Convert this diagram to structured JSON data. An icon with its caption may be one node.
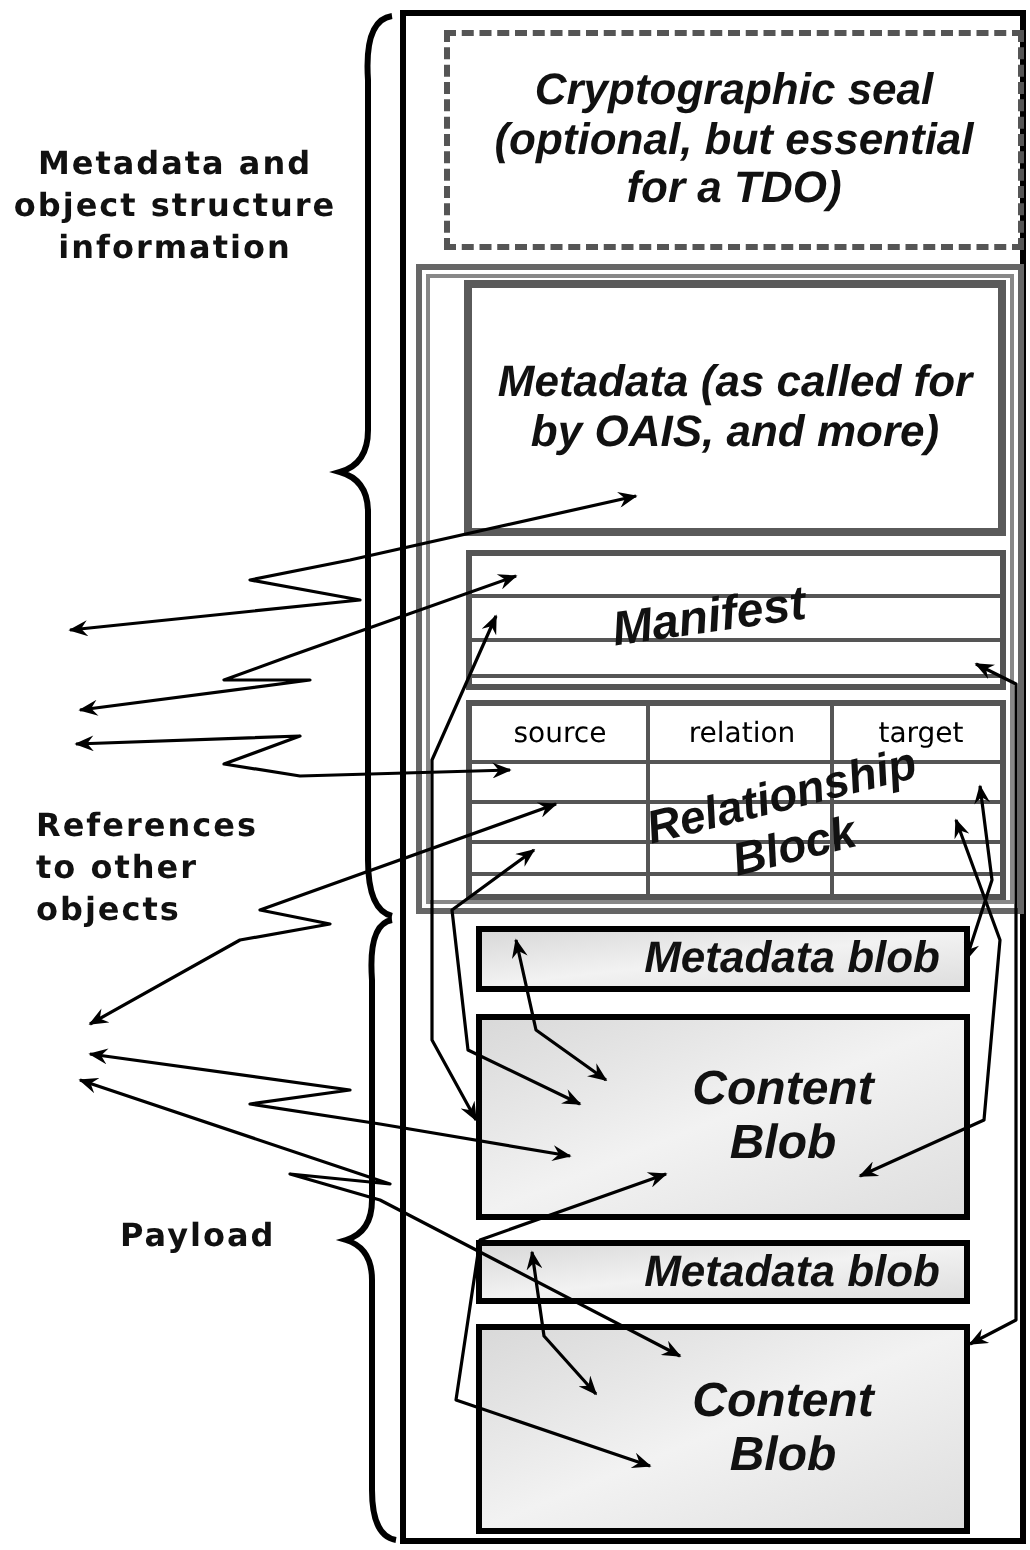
{
  "diagram": {
    "nodes": [
      {
        "text": [],
        "shape": "box"
      },
      {
        "text": [
          "Cryptographic seal (optional, but essential for a TDO)"
        ],
        "in": 0
      },
      {
        "text": [],
        "shape": "box",
        "in": 0
      },
      {
        "text": [
          "Metadata (as called for by OAIS, and more)"
        ],
        "in": 2
      },
      {
        "text": [
          "Manifest"
        ],
        "in": 2
      },
      {
        "text": [
          "source",
          "relation",
          "target",
          "Relationship Block"
        ],
        "in": 2
      },
      {
        "text": [
          "Metadata blob"
        ],
        "in": 0
      },
      {
        "text": [
          "Content Blob"
        ],
        "in": 0
      },
      {
        "text": [
          "Metadata blob"
        ],
        "in": 0
      },
      {
        "text": [
          "Content Blob"
        ],
        "in": 0
      }
    ],
    "edges": [
      {
        "from": 3,
        "to": null,
        "arrow": "both"
      },
      {
        "from": 4,
        "to": null,
        "arrow": "both"
      },
      {
        "from": 4,
        "to": 7,
        "arrow": "both"
      },
      {
        "from": 4,
        "to": 9,
        "arrow": "both"
      },
      {
        "from": 5,
        "to": null,
        "arrow": "both"
      },
      {
        "from": 5,
        "to": null,
        "arrow": "both"
      },
      {
        "from": 5,
        "to": 7,
        "arrow": "both"
      },
      {
        "from": 5,
        "to": 6,
        "arrow": "both"
      },
      {
        "from": 5,
        "to": 7,
        "arrow": "both"
      },
      {
        "from": 6,
        "to": 7,
        "arrow": "both"
      },
      {
        "from": null,
        "to": 7,
        "arrow": "both"
      },
      {
        "from": 7,
        "to": 9,
        "arrow": "both"
      },
      {
        "from": 8,
        "to": 9,
        "arrow": "both"
      },
      {
        "from": null,
        "to": 9,
        "arrow": "both"
      }
    ],
    "labels": [
      "Metadata and object structure information",
      "References to other objects",
      "Payload"
    ]
  }
}
